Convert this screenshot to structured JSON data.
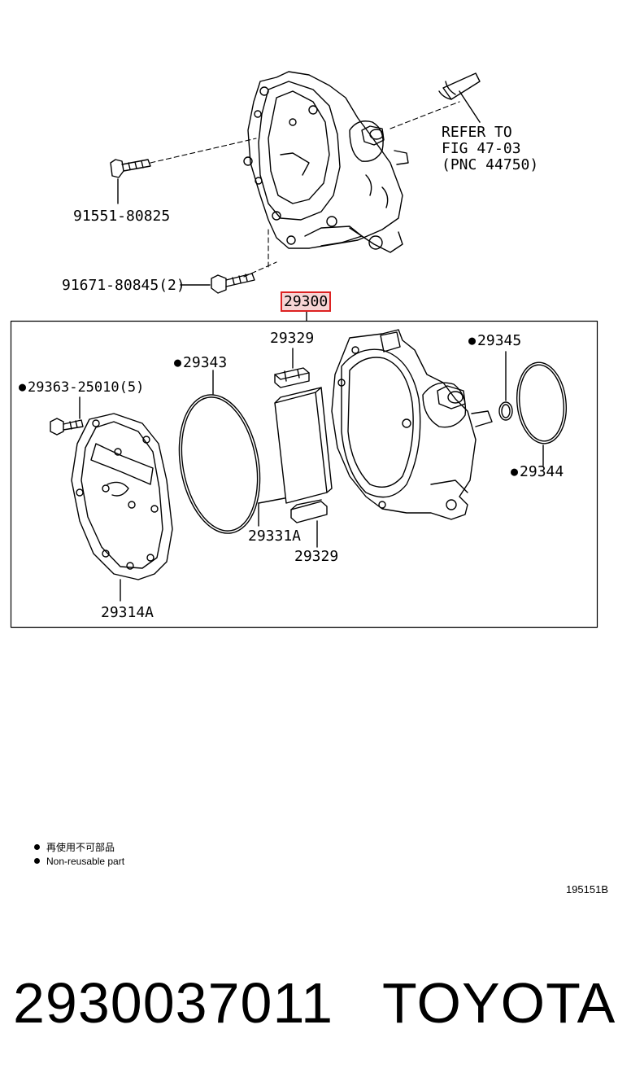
{
  "top_assembly": {
    "refer_lines": [
      "REFER TO",
      "FIG 47-03",
      "(PNC 44750)"
    ],
    "bolt_a": "91551-80825",
    "bolt_b": "91671-80845(2)"
  },
  "kit": {
    "number": "29300",
    "parts": {
      "screw": "29363-25010(5)",
      "oring_large": "29343",
      "vane_cap_top": "29329",
      "vane": "29331A",
      "vane_cap_bottom": "29329",
      "gasket": "29314A",
      "small_oring": "29345",
      "oring_right": "29344"
    }
  },
  "legend": {
    "japanese": "再使用不可部品",
    "english": "Non-reusable part"
  },
  "figure_code": "195151B",
  "footer": {
    "part_number": "2930037011",
    "brand": "TOYOTA"
  }
}
